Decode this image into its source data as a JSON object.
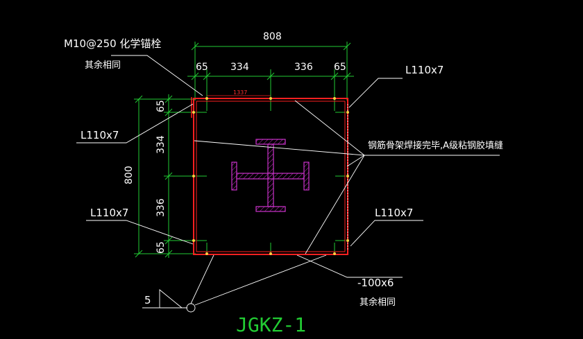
{
  "drawing": {
    "title": "JGKZ-1",
    "dims": {
      "top_total": "808",
      "top_left_edge": "65",
      "top_mid_left": "334",
      "top_mid_right": "336",
      "top_right_edge": "65",
      "left_total": "800",
      "left_top_edge": "65",
      "left_mid_top": "334",
      "left_mid_bottom": "336",
      "left_bottom_edge": "65",
      "red_small": "1337"
    },
    "labels": {
      "anchor": "M10@250 化学锚栓",
      "anchor_note": "其余相同",
      "angle_top_right": "L110x7",
      "angle_left_top": "L110x7",
      "angle_left_bottom": "L110x7",
      "angle_right_bottom": "L110x7",
      "weld_note": "钢筋骨架焊接完毕,A级粘钢胶填缝",
      "plate": "-100x6",
      "plate_note": "其余相同",
      "weld_symbol": "5"
    },
    "colors": {
      "background": "#000000",
      "outline": "#ff2020",
      "dimension": "#22cc33",
      "steel": "#cc33cc",
      "leader": "#ffffff",
      "title": "#22cc33"
    }
  }
}
